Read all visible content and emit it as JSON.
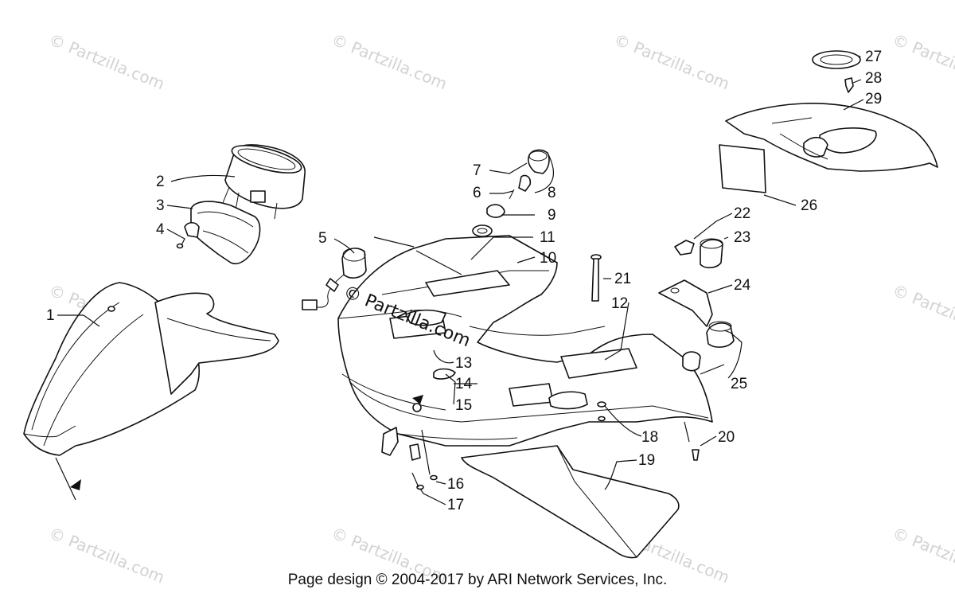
{
  "watermark": {
    "text": "© Partzilla.com",
    "center_text": "© Partzilla.com"
  },
  "callouts": [
    "1",
    "2",
    "3",
    "4",
    "5",
    "6",
    "7",
    "8",
    "9",
    "10",
    "11",
    "12",
    "13",
    "14",
    "15",
    "16",
    "17",
    "18",
    "19",
    "20",
    "21",
    "22",
    "23",
    "24",
    "25",
    "26",
    "27",
    "28",
    "29"
  ],
  "footer": {
    "text": "Page design © 2004-2017 by ARI Network Services, Inc."
  }
}
